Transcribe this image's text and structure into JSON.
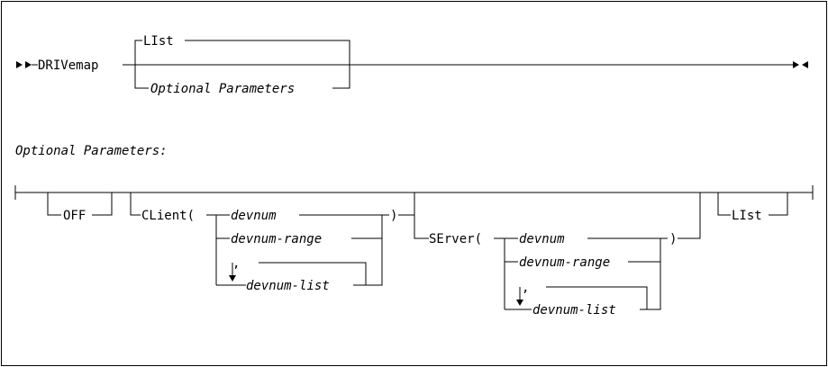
{
  "syntax": {
    "command": "DRIVemap",
    "default_option": "LIst",
    "optional_ref": "Optional Parameters",
    "section_title": "Optional Parameters:",
    "off": "OFF",
    "client_prefix": "CLient(",
    "server_prefix": "SErver(",
    "close_paren": ")",
    "list_option": "LIst",
    "devnum": "devnum",
    "devnum_range": "devnum-range",
    "devnum_list": "devnum-list",
    "repeat_separator": ","
  }
}
